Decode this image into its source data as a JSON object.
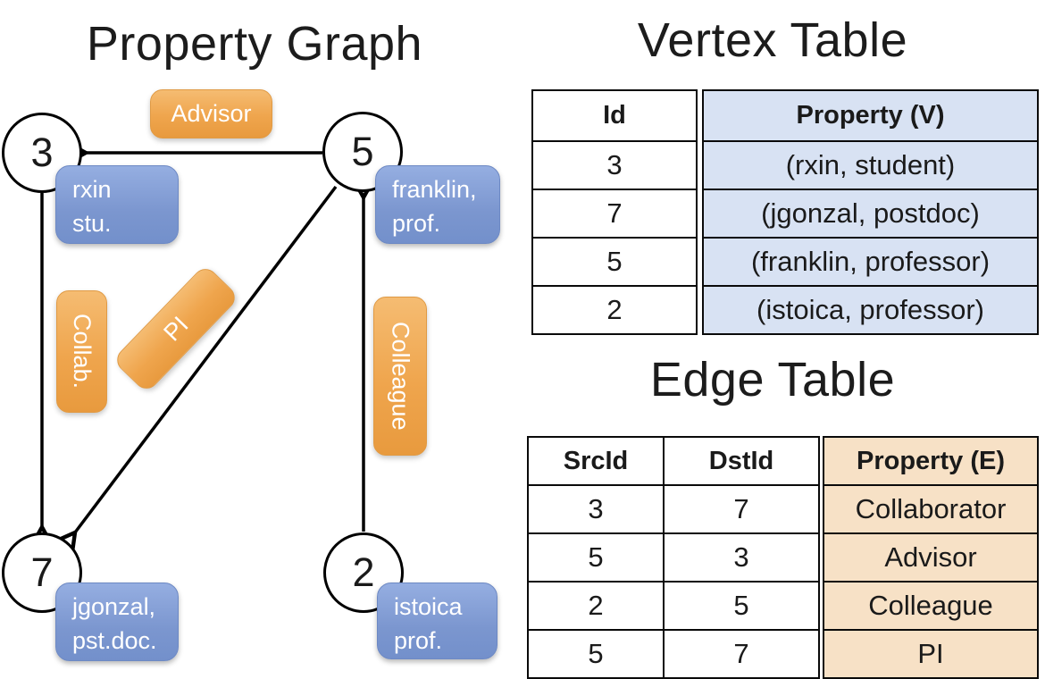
{
  "graph": {
    "title": "Property Graph",
    "nodes": {
      "n3": "3",
      "n5": "5",
      "n7": "7",
      "n2": "2"
    },
    "vertex_boxes": {
      "rxin": {
        "line1": "rxin",
        "line2": "stu."
      },
      "franklin": {
        "line1": "franklin,",
        "line2": "prof."
      },
      "jgonzal": {
        "line1": "jgonzal,",
        "line2": "pst.doc."
      },
      "istoica": {
        "line1": "istoica",
        "line2": "prof."
      }
    },
    "edge_labels": {
      "advisor": "Advisor",
      "collab": "Collab.",
      "pi": "PI",
      "colleague": "Colleague"
    },
    "edges": [
      {
        "src": "5",
        "dst": "3",
        "label": "Advisor"
      },
      {
        "src": "3",
        "dst": "7",
        "label": "Collab."
      },
      {
        "src": "5",
        "dst": "7",
        "label": "PI"
      },
      {
        "src": "2",
        "dst": "5",
        "label": "Colleague"
      }
    ]
  },
  "vertex_table": {
    "title": "Vertex Table",
    "columns": [
      "Id",
      "Property (V)"
    ],
    "rows": [
      [
        "3",
        "(rxin, student)"
      ],
      [
        "7",
        "(jgonzal, postdoc)"
      ],
      [
        "5",
        "(franklin, professor)"
      ],
      [
        "2",
        "(istoica, professor)"
      ]
    ]
  },
  "edge_table": {
    "title": "Edge Table",
    "columns": [
      "SrcId",
      "DstId",
      "Property (E)"
    ],
    "rows": [
      [
        "3",
        "7",
        "Collaborator"
      ],
      [
        "5",
        "3",
        "Advisor"
      ],
      [
        "2",
        "5",
        "Colleague"
      ],
      [
        "5",
        "7",
        "PI"
      ]
    ]
  },
  "colors": {
    "node_fill": "#FFFFFF",
    "line_black": "#000000",
    "edge_label_orange": "#EFA54D",
    "vertex_box_blue": "#7E9BD3",
    "vertex_table_fill": "#D8E2F3",
    "edge_table_fill": "#F7E1C6"
  }
}
